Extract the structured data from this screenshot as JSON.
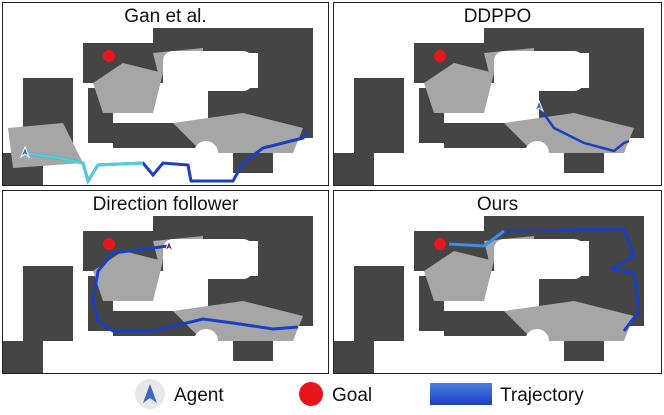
{
  "panels": [
    {
      "title": "Gan et al."
    },
    {
      "title": "DDPPO"
    },
    {
      "title": "Direction follower"
    },
    {
      "title": "Ours"
    }
  ],
  "legend": {
    "agent": "Agent",
    "goal": "Goal",
    "trajectory": "Trajectory"
  },
  "colors": {
    "wall": "#454545",
    "open_area": "#a6a6a6",
    "free_space": "#ffffff",
    "goal": "#e8151b",
    "trajectory": "#1b3fc2",
    "trajectory_light": "#4fd0d8",
    "agent_icon": "#3a67c4"
  },
  "icons": [
    "agent-icon",
    "goal-icon",
    "trajectory-icon"
  ]
}
